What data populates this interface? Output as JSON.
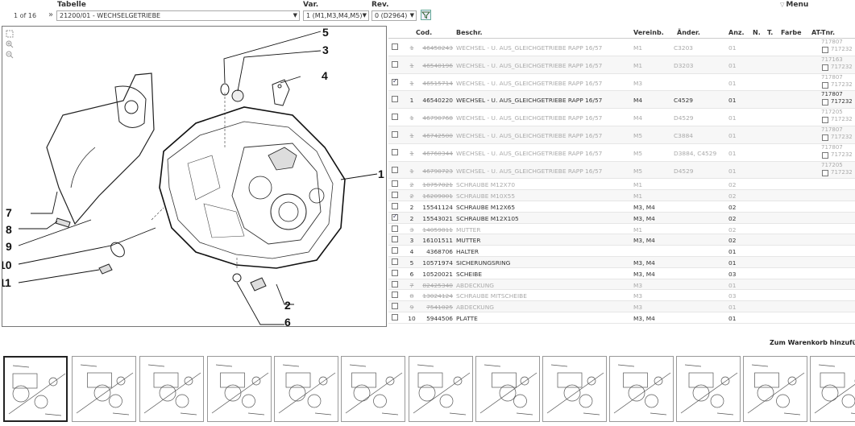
{
  "header": {
    "tabelle_label": "Tabelle",
    "var_label": "Var.",
    "rev_label": "Rev.",
    "page_count": "1 of 16",
    "page_nav": "»",
    "tabelle_value": "21200/01 - WECHSELGETRIEBE",
    "var_value": "1 (M1,M3,M4,M5)",
    "rev_value": "0 (D2964)",
    "menu_label": "Menu"
  },
  "drawing": {
    "callouts": [
      "1",
      "2",
      "4",
      "5",
      "3",
      "6",
      "7",
      "8",
      "9",
      "10",
      "11"
    ]
  },
  "table": {
    "columns": {
      "cod": "Cod.",
      "beschr": "Beschr.",
      "vereinb": "Vereinb.",
      "aender": "Änder.",
      "anz": "Anz.",
      "n": "N.",
      "t": "T.",
      "farbe": "Farbe",
      "at": "AT-Tnr."
    },
    "rows": [
      {
        "pos": "1",
        "cod": "46450243",
        "beschr": "WECHSEL - U. AUS_GLEICHGETRIEBE RAPP 16/57",
        "vereinb": "M1",
        "aender": "C3203",
        "anz": "01",
        "faded": true,
        "tall": true,
        "checked": false,
        "at1": "717807",
        "at2": "717232"
      },
      {
        "pos": "1",
        "cod": "46540196",
        "beschr": "WECHSEL - U. AUS_GLEICHGETRIEBE RAPP 16/57",
        "vereinb": "M1",
        "aender": "D3203",
        "anz": "01",
        "faded": true,
        "tall": true,
        "checked": false,
        "at1": "717163",
        "at2": "717232"
      },
      {
        "pos": "1",
        "cod": "46515714",
        "beschr": "WECHSEL - U. AUS_GLEICHGETRIEBE RAPP 16/57",
        "vereinb": "M3",
        "aender": "",
        "anz": "01",
        "faded": true,
        "tall": true,
        "checked": true,
        "at1": "717807",
        "at2": "717232"
      },
      {
        "pos": "1",
        "cod": "46540220",
        "beschr": "WECHSEL - U. AUS_GLEICHGETRIEBE RAPP 16/57",
        "vereinb": "M4",
        "aender": "C4529",
        "anz": "01",
        "faded": false,
        "tall": true,
        "checked": false,
        "at1": "717807",
        "at2": "717232"
      },
      {
        "pos": "1",
        "cod": "46790768",
        "beschr": "WECHSEL - U. AUS_GLEICHGETRIEBE RAPP 16/57",
        "vereinb": "M4",
        "aender": "D4529",
        "anz": "01",
        "faded": true,
        "tall": true,
        "checked": false,
        "at1": "717205",
        "at2": "717232"
      },
      {
        "pos": "1",
        "cod": "46742500",
        "beschr": "WECHSEL - U. AUS_GLEICHGETRIEBE RAPP 16/57",
        "vereinb": "M5",
        "aender": "C3884",
        "anz": "01",
        "faded": true,
        "tall": true,
        "checked": false,
        "at1": "717807",
        "at2": "717232"
      },
      {
        "pos": "1",
        "cod": "46760344",
        "beschr": "WECHSEL - U. AUS_GLEICHGETRIEBE RAPP 16/57",
        "vereinb": "M5",
        "aender": "D3884, C4529",
        "anz": "01",
        "faded": true,
        "tall": true,
        "checked": false,
        "at1": "717807",
        "at2": "717232"
      },
      {
        "pos": "1",
        "cod": "46790723",
        "beschr": "WECHSEL - U. AUS_GLEICHGETRIEBE RAPP 16/57",
        "vereinb": "M5",
        "aender": "D4529",
        "anz": "01",
        "faded": true,
        "tall": true,
        "checked": false,
        "at1": "717205",
        "at2": "717232"
      },
      {
        "pos": "2",
        "cod": "10757021",
        "beschr": "SCHRAUBE M12X70",
        "vereinb": "M1",
        "aender": "",
        "anz": "02",
        "faded": true,
        "tall": false,
        "checked": false
      },
      {
        "pos": "2",
        "cod": "16209001",
        "beschr": "SCHRAUBE M10X55",
        "vereinb": "M1",
        "aender": "",
        "anz": "02",
        "faded": true,
        "tall": false,
        "checked": false
      },
      {
        "pos": "2",
        "cod": "15541124",
        "beschr": "SCHRAUBE M12X65",
        "vereinb": "M3, M4",
        "aender": "",
        "anz": "02",
        "faded": false,
        "tall": false,
        "checked": false
      },
      {
        "pos": "2",
        "cod": "15543021",
        "beschr": "SCHRAUBE M12X105",
        "vereinb": "M3, M4",
        "aender": "",
        "anz": "02",
        "faded": false,
        "tall": false,
        "checked": true
      },
      {
        "pos": "3",
        "cod": "14059811",
        "beschr": "MUTTER",
        "vereinb": "M1",
        "aender": "",
        "anz": "02",
        "faded": true,
        "tall": false,
        "checked": false
      },
      {
        "pos": "3",
        "cod": "16101511",
        "beschr": "MUTTER",
        "vereinb": "M3, M4",
        "aender": "",
        "anz": "02",
        "faded": false,
        "tall": false,
        "checked": false
      },
      {
        "pos": "4",
        "cod": "4368706",
        "beschr": "HALTER",
        "vereinb": "",
        "aender": "",
        "anz": "01",
        "faded": false,
        "tall": false,
        "checked": false
      },
      {
        "pos": "5",
        "cod": "10571974",
        "beschr": "SICHERUNGSRING",
        "vereinb": "M3, M4",
        "aender": "",
        "anz": "01",
        "faded": false,
        "tall": false,
        "checked": false
      },
      {
        "pos": "6",
        "cod": "10520021",
        "beschr": "SCHEIBE",
        "vereinb": "M3, M4",
        "aender": "",
        "anz": "03",
        "faded": false,
        "tall": false,
        "checked": false
      },
      {
        "pos": "7",
        "cod": "82425340",
        "beschr": "ABDECKUNG",
        "vereinb": "M3",
        "aender": "",
        "anz": "01",
        "faded": true,
        "tall": false,
        "checked": false
      },
      {
        "pos": "8",
        "cod": "13024124",
        "beschr": "SCHRAUBE MITSCHEIBE",
        "vereinb": "M3",
        "aender": "",
        "anz": "03",
        "faded": true,
        "tall": false,
        "checked": false
      },
      {
        "pos": "9",
        "cod": "7541025",
        "beschr": "ABDECKUNG",
        "vereinb": "M3",
        "aender": "",
        "anz": "01",
        "faded": true,
        "tall": false,
        "checked": false
      },
      {
        "pos": "10",
        "cod": "5944506",
        "beschr": "PLATTE",
        "vereinb": "M3, M4",
        "aender": "",
        "anz": "01",
        "faded": false,
        "tall": false,
        "checked": false
      }
    ]
  },
  "cart_button": "Zum Warenkorb hinzufü",
  "thumbnails_count": 13,
  "colors": {
    "faded_text": "#aaaaaa",
    "border": "#777777"
  }
}
